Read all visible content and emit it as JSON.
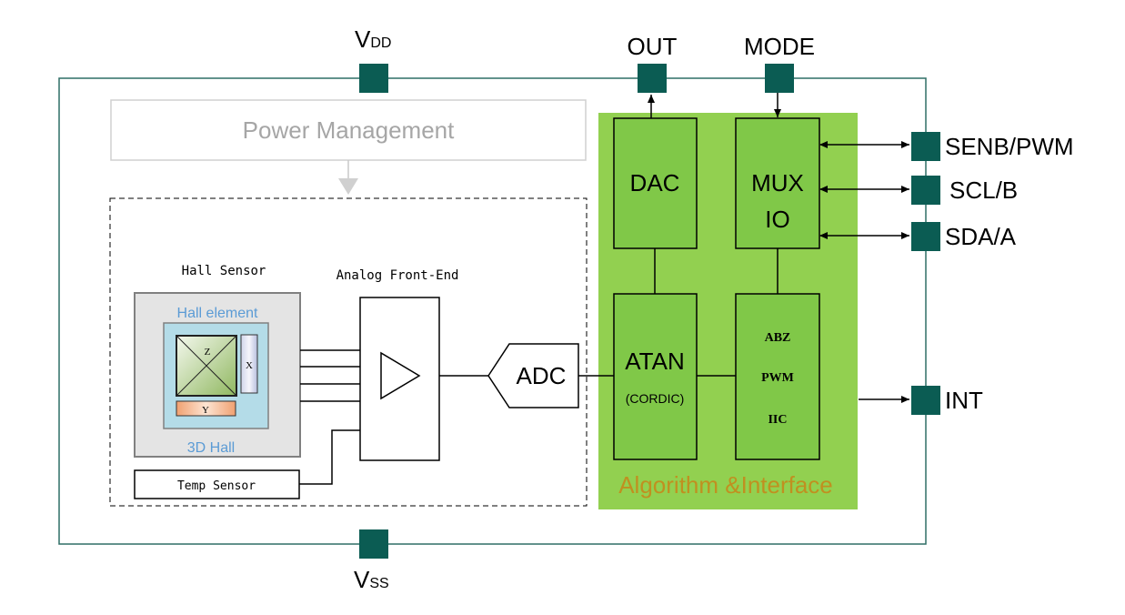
{
  "pins": {
    "vdd": {
      "main": "V",
      "sub": "DD"
    },
    "vss": {
      "main": "V",
      "sub": "SS"
    },
    "out": "OUT",
    "mode": "MODE",
    "senb_pwm": "SENB/PWM",
    "scl_b": "SCL/B",
    "sda_a": "SDA/A",
    "int": "INT"
  },
  "blocks": {
    "power_management": "Power Management",
    "hall_sensor": "Hall Sensor",
    "analog_front_end": "Analog Front-End",
    "hall_element": "Hall element",
    "hall_3d": "3D Hall",
    "axis_z": "Z",
    "axis_x": "X",
    "axis_y": "Y",
    "temp_sensor": "Temp Sensor",
    "adc": "ADC",
    "dac": "DAC",
    "mux_line1": "MUX",
    "mux_line2": "IO",
    "atan": "ATAN",
    "cordic": "(CORDIC)",
    "iface_abz": "ABZ",
    "iface_pwm": "PWM",
    "iface_iic": "IIC",
    "algorithm_interface": "Algorithm &Interface"
  },
  "colors": {
    "pin": "#0b5c53",
    "chip_border": "#2f6e66",
    "green_region": "#92d050",
    "green_block": "#80c848",
    "algorithm_text": "#c09020",
    "hall_text": "#5b9bd5",
    "hall_element_fill": "#b4dce8",
    "hall_outer_fill": "#e4e4e4",
    "power_text": "#a6a6a6"
  }
}
